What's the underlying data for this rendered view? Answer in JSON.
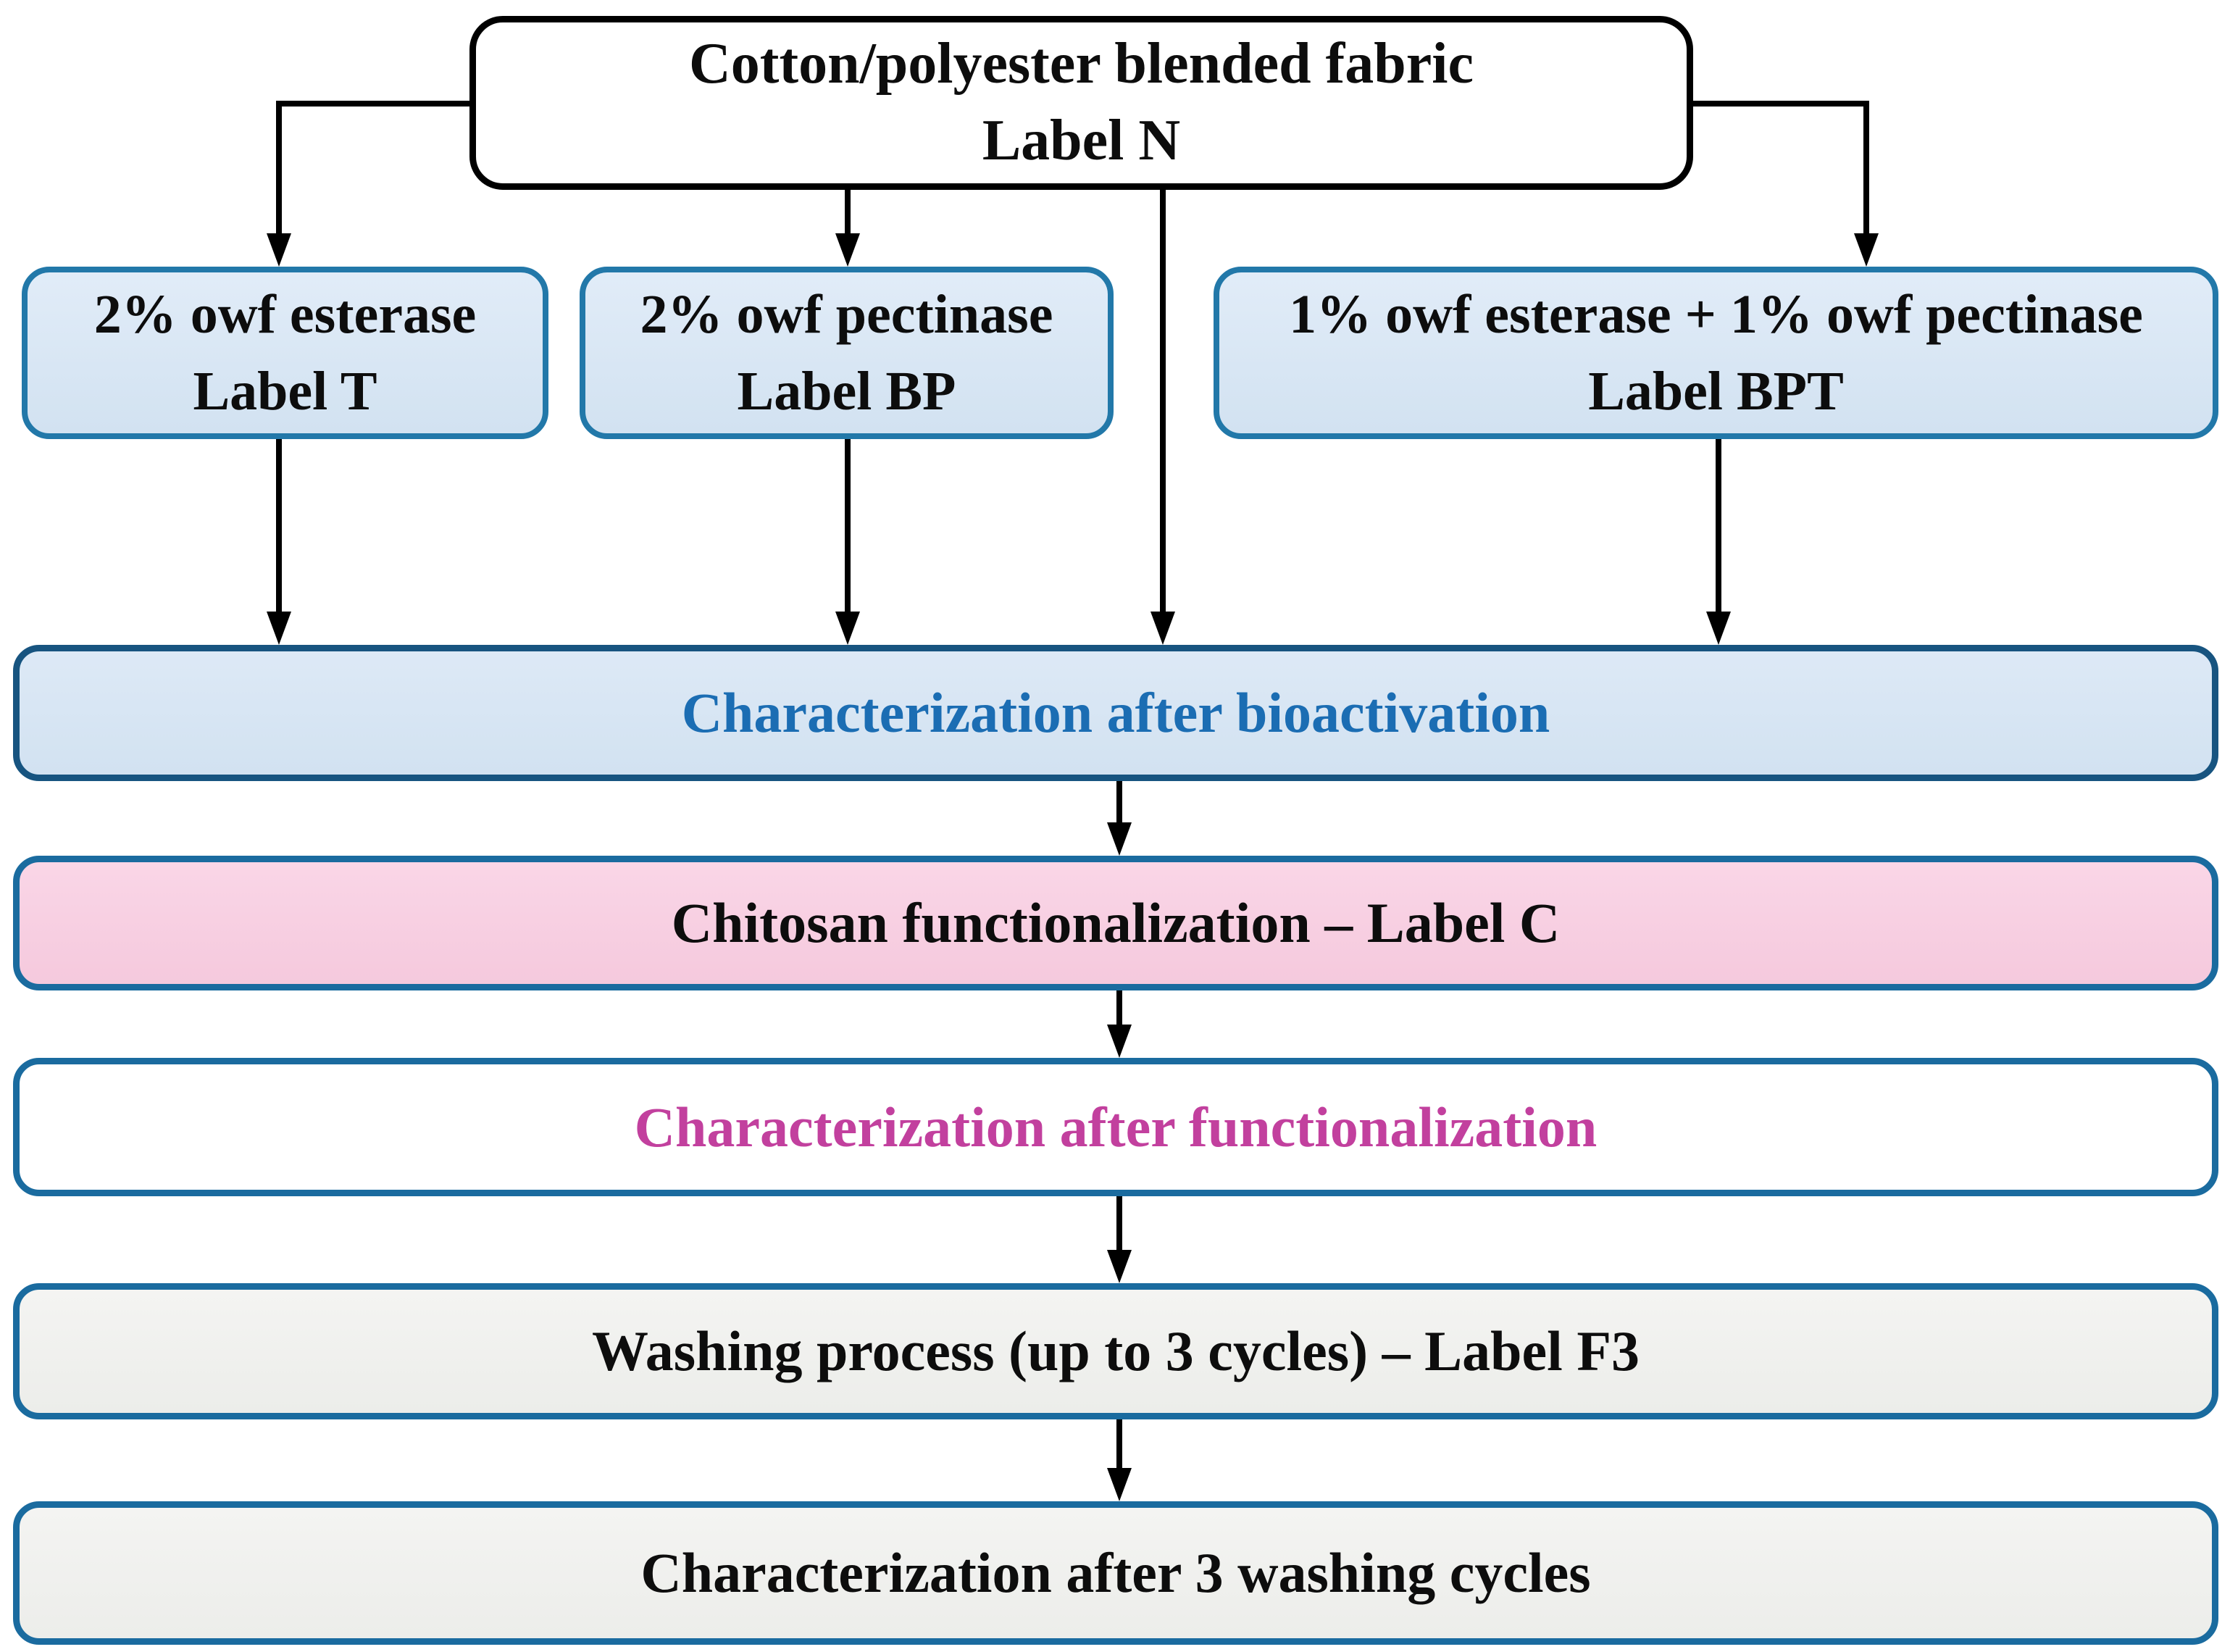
{
  "colors": {
    "background": "#ffffff",
    "black": "#0d0d0d",
    "connector": "#000000",
    "fabric-box-fill": "#ffffff",
    "fabric-box-border": "#000000",
    "enzyme-fill-top": "#e1ecf8",
    "enzyme-fill-bottom": "#d2e2f1",
    "enzyme-border": "#2278a9",
    "bio-fill-top": "#dde9f6",
    "bio-fill-bottom": "#d2e2f1",
    "bio-border": "#175480",
    "bio-text": "#1b6db3",
    "stage-border": "#1a6b9f",
    "pink-fill-top": "#fad6e7",
    "pink-fill-bottom": "#f5c9dd",
    "magenta-text": "#c2409e",
    "white-fill": "#ffffff",
    "gray-fill-top": "#f4f4f2",
    "gray-fill-bottom": "#ecedea"
  },
  "nodes": {
    "fabric": {
      "line1": "Cotton/polyester blended fabric",
      "line2": "Label N"
    },
    "treatments": [
      {
        "line1": "2% owf esterase",
        "line2": "Label T"
      },
      {
        "line1": "2% owf pectinase",
        "line2": "Label BP"
      },
      {
        "line1": "1% owf esterase + 1% owf pectinase",
        "line2": "Label BPT"
      }
    ],
    "stages": [
      {
        "label": "Characterization after bioactivation"
      },
      {
        "label": "Chitosan functionalization – Label C"
      },
      {
        "label": "Characterization after functionalization"
      },
      {
        "label": "Washing process (up to 3 cycles) – Label F3"
      },
      {
        "label": "Characterization after 3 washing cycles"
      }
    ]
  }
}
